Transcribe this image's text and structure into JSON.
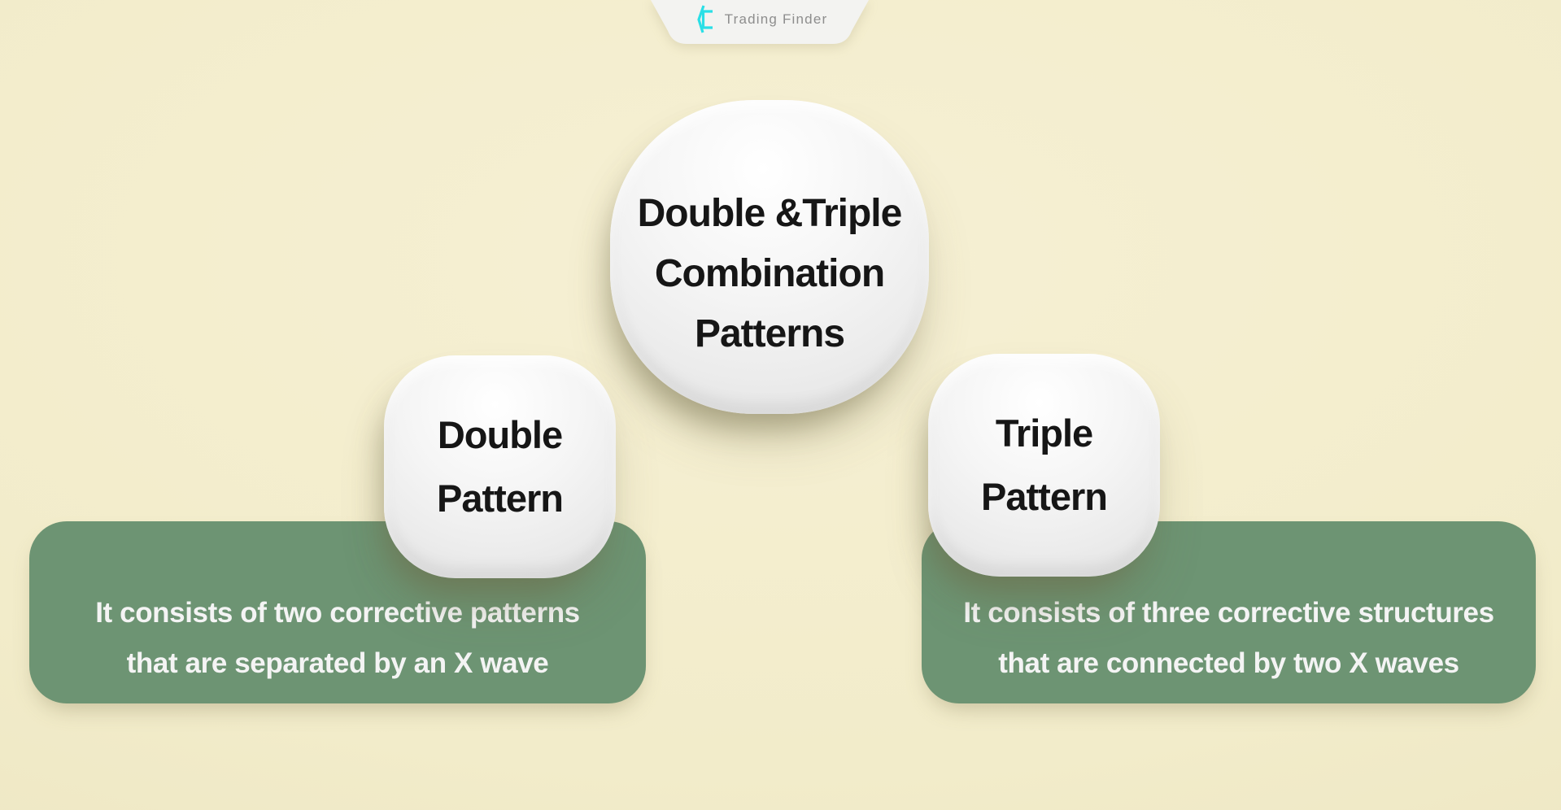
{
  "brand": {
    "name": "Trading Finder",
    "logo_icon": "trading-finder-logo-icon"
  },
  "colors": {
    "background_cream": "#f2ecca",
    "panel_green": "#6d9473",
    "node_fill": "#f2f2f2",
    "node_text": "#161616",
    "panel_text": "#f4f4f4",
    "logo_cyan": "#2adfe6",
    "brand_text_gray": "#8d8d8d"
  },
  "center_node": {
    "lines": [
      "Double &Triple",
      "Combination",
      "Patterns"
    ]
  },
  "double_node": {
    "lines": [
      "Double",
      "Pattern"
    ]
  },
  "triple_node": {
    "lines": [
      "Triple",
      "Pattern"
    ]
  },
  "double_desc": {
    "lines": [
      "It consists of two corrective patterns",
      "that are separated by an X wave"
    ]
  },
  "triple_desc": {
    "lines": [
      "It consists of three corrective structures",
      "that are connected by two X waves"
    ]
  }
}
